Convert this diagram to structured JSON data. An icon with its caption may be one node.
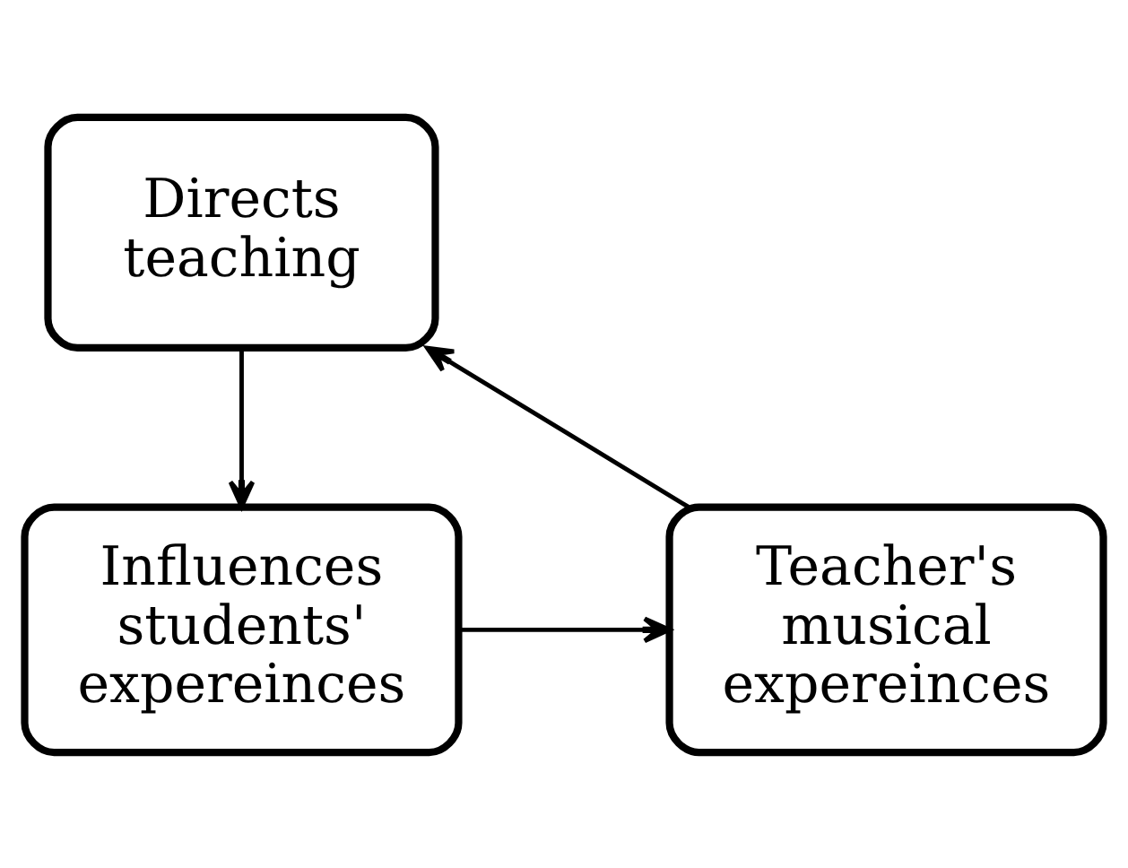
{
  "diagram": {
    "nodes": [
      {
        "text": [
          "Directs teaching"
        ]
      },
      {
        "text": [
          "Influences students' expereinces"
        ]
      },
      {
        "text": [
          "Teacher's musical expereinces"
        ]
      }
    ],
    "edges": [
      {
        "from": 0,
        "to": 1,
        "arrow": "to"
      },
      {
        "from": 1,
        "to": 2,
        "arrow": "to"
      },
      {
        "from": 2,
        "to": 0,
        "arrow": "to"
      }
    ]
  }
}
